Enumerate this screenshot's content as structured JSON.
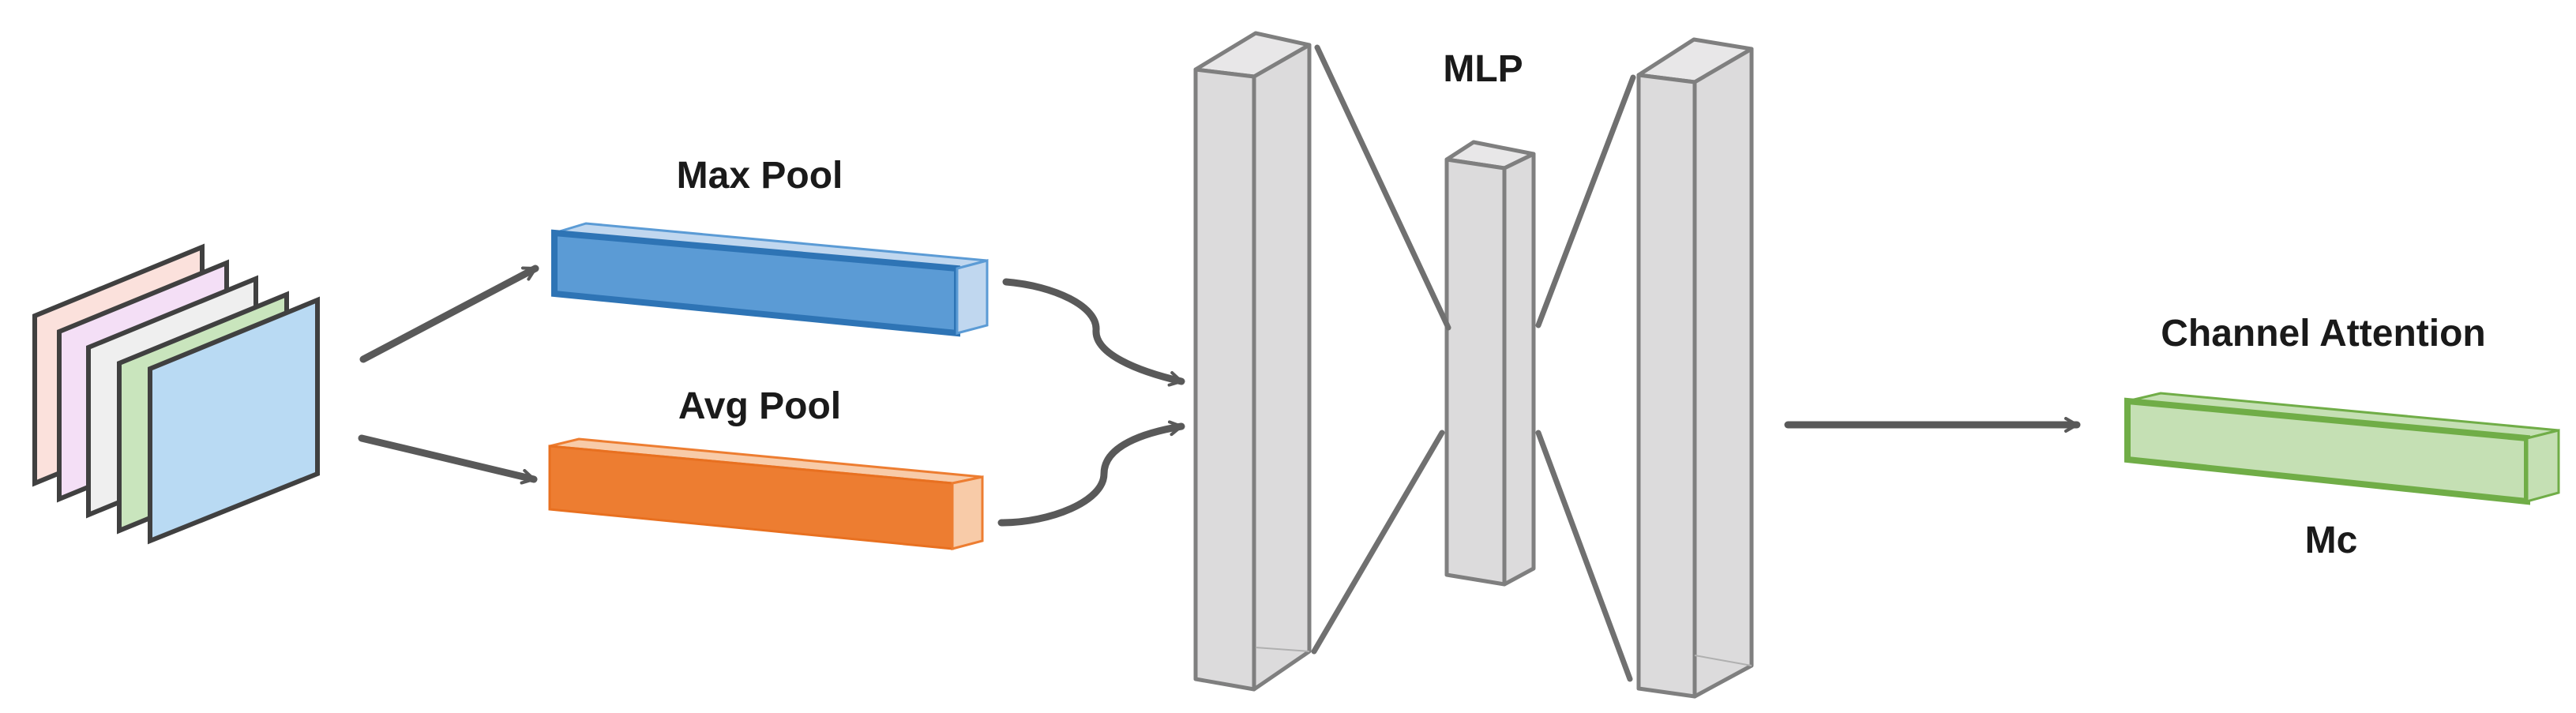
{
  "labels": {
    "max_pool": "Max Pool",
    "avg_pool": "Avg Pool",
    "mlp": "MLP",
    "channel_attention": "Channel Attention",
    "mc": "Mc"
  },
  "colors": {
    "feature_map_layers": [
      "#fbe1dc",
      "#f4dff6",
      "#efefef",
      "#c9e5bd",
      "#b9daf3"
    ],
    "feature_map_stroke": "#404040",
    "max_pool_fill": "#5b9bd5",
    "max_pool_edge": "#2e74b5",
    "max_pool_light": "#c0d7ef",
    "avg_pool_fill": "#ed7d31",
    "avg_pool_edge": "#e87020",
    "avg_pool_light": "#f8cba8",
    "mlp_fill": "#dcdbdc",
    "mlp_stroke": "#7f7f7f",
    "attention_fill": "#c5e0b4",
    "attention_edge": "#70ad47",
    "arrow": "#595959"
  }
}
